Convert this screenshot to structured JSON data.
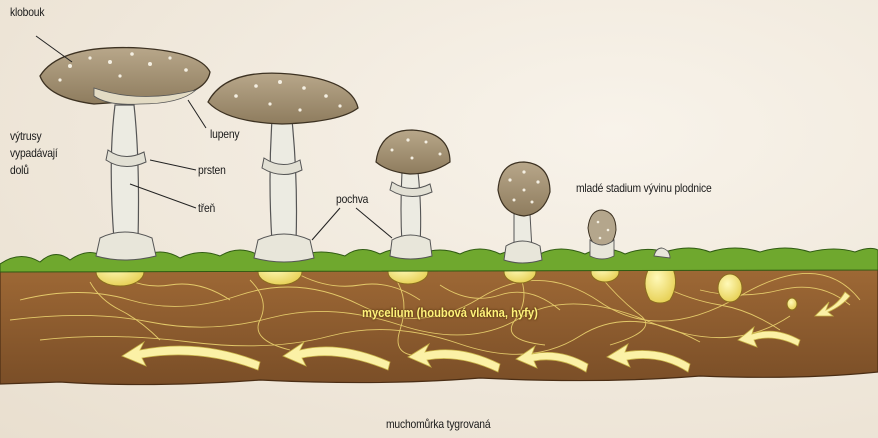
{
  "labels": {
    "klobouk": "klobouk",
    "vytrusy": "výtrusy vypadávají dolů",
    "lupeny": "lupeny",
    "prsten": "prsten",
    "tren": "třeň",
    "pochva": "pochva",
    "mlade_stadium": "mladé stadium vývinu plodnice",
    "mycelium": "mycelium (houbová vlákna, hyfy)",
    "caption": "muchomůrka tygrovaná"
  },
  "colors": {
    "background": "#f3ede2",
    "soil": "#8a5a2c",
    "grass": "#6fa82e",
    "mycelium": "#f4e27a",
    "cap": "#a8977a",
    "stem": "#ecebe2"
  }
}
